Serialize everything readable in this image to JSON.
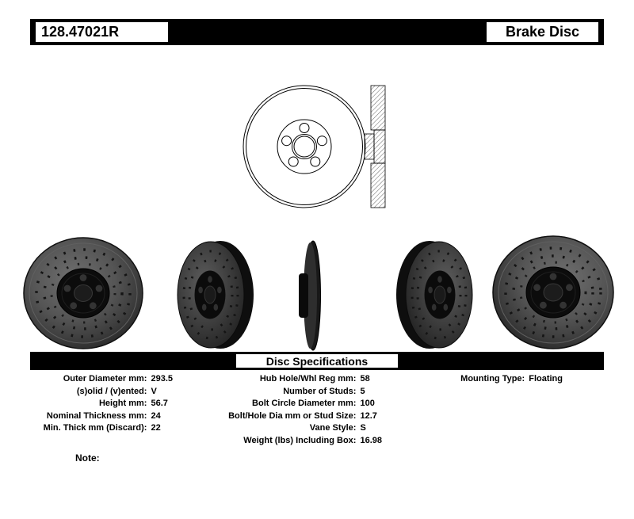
{
  "header": {
    "part_number": "128.47021R",
    "product_name": "Brake Disc"
  },
  "spec_section": {
    "title": "Disc Specifications",
    "left_column": [
      {
        "label": "Outer Diameter mm:",
        "value": "293.5"
      },
      {
        "label": "(s)olid / (v)ented:",
        "value": "V"
      },
      {
        "label": "Height mm:",
        "value": "56.7"
      },
      {
        "label": "Nominal Thickness mm:",
        "value": "24"
      },
      {
        "label": "Min. Thick mm (Discard):",
        "value": "22"
      }
    ],
    "middle_column": [
      {
        "label": "Hub Hole/Whl Reg mm:",
        "value": "58"
      },
      {
        "label": "Number of Studs:",
        "value": "5"
      },
      {
        "label": "Bolt Circle Diameter mm:",
        "value": "100"
      },
      {
        "label": "Bolt/Hole Dia mm or Stud Size:",
        "value": "12.7"
      },
      {
        "label": "Vane Style:",
        "value": "S"
      },
      {
        "label": "Weight (lbs) Including Box:",
        "value": "16.98"
      }
    ],
    "right_column": [
      {
        "label": "Mounting Type:",
        "value": "Floating"
      }
    ]
  },
  "note_label": "Note:",
  "colors": {
    "bar_background": "#000000",
    "text": "#000000",
    "page_background": "#ffffff"
  }
}
